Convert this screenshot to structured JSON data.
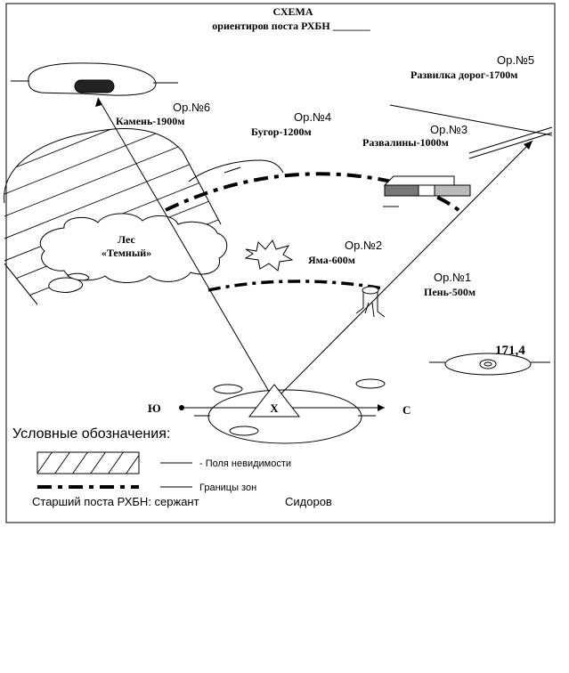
{
  "title": {
    "line1": "СХЕМА",
    "line2": "ориентиров поста РХБН _______"
  },
  "landmarks": [
    {
      "id": "or1",
      "number": "Ор.№1",
      "name": "Пень-500м"
    },
    {
      "id": "or2",
      "number": "Ор.№2",
      "name": "Яма-600м"
    },
    {
      "id": "or3",
      "number": "Ор.№3",
      "name": "Развалины-1000м"
    },
    {
      "id": "or4",
      "number": "Ор.№4",
      "name": "Бугор-1200м"
    },
    {
      "id": "or5",
      "number": "Ор.№5",
      "name": "Развилка дорог-1700м"
    },
    {
      "id": "or6",
      "number": "Ор.№6",
      "name": "Камень-1900м"
    }
  ],
  "forest": {
    "line1": "Лес",
    "line2": "«Темный»"
  },
  "height_mark": "171,4",
  "post_marker": "Х",
  "directions": {
    "south": "Ю",
    "north": "С"
  },
  "legend": {
    "title": "Условные обозначения:",
    "items": [
      {
        "label": "- Поля  невидимости"
      },
      {
        "label": "Границы зон"
      }
    ]
  },
  "footer": {
    "role": "Старший поста РХБН: сержант",
    "name": "Сидоров"
  }
}
